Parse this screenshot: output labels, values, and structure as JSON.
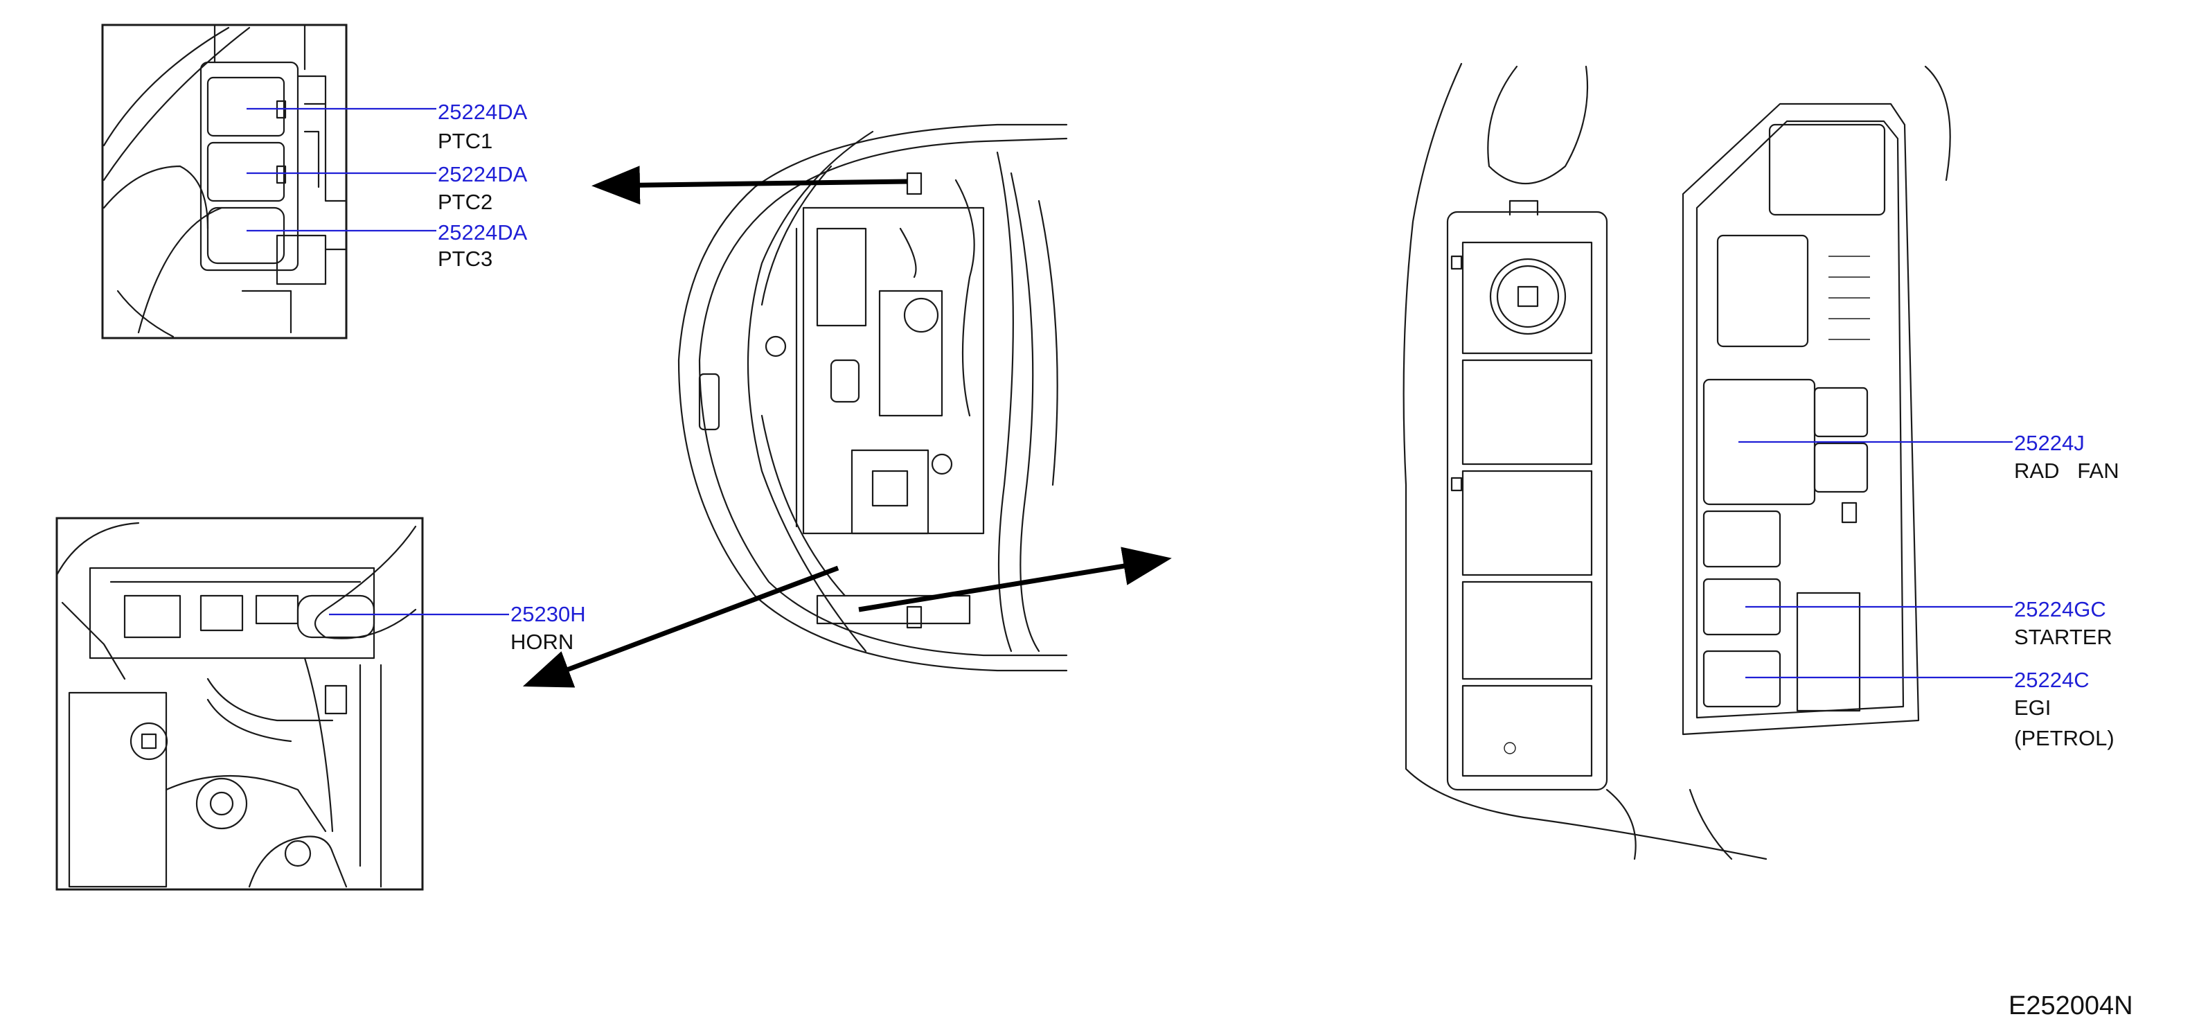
{
  "colors": {
    "part_number": "#1f1fd6",
    "label": "#111111",
    "line": "#1a1a1a"
  },
  "callouts": {
    "ptc1": {
      "part": "25224DA",
      "label": "PTC1"
    },
    "ptc2": {
      "part": "25224DA",
      "label": "PTC2"
    },
    "ptc3": {
      "part": "25224DA",
      "label": "PTC3"
    },
    "horn": {
      "part": "25230H",
      "label": "HORN"
    },
    "rad_fan": {
      "part": "25224J",
      "label": "RAD   FAN"
    },
    "starter": {
      "part": "25224GC",
      "label": "STARTER"
    },
    "egi": {
      "part": "25224C",
      "label": "EGI",
      "label2": "(PETROL)"
    }
  },
  "figure_code": "E252004N"
}
